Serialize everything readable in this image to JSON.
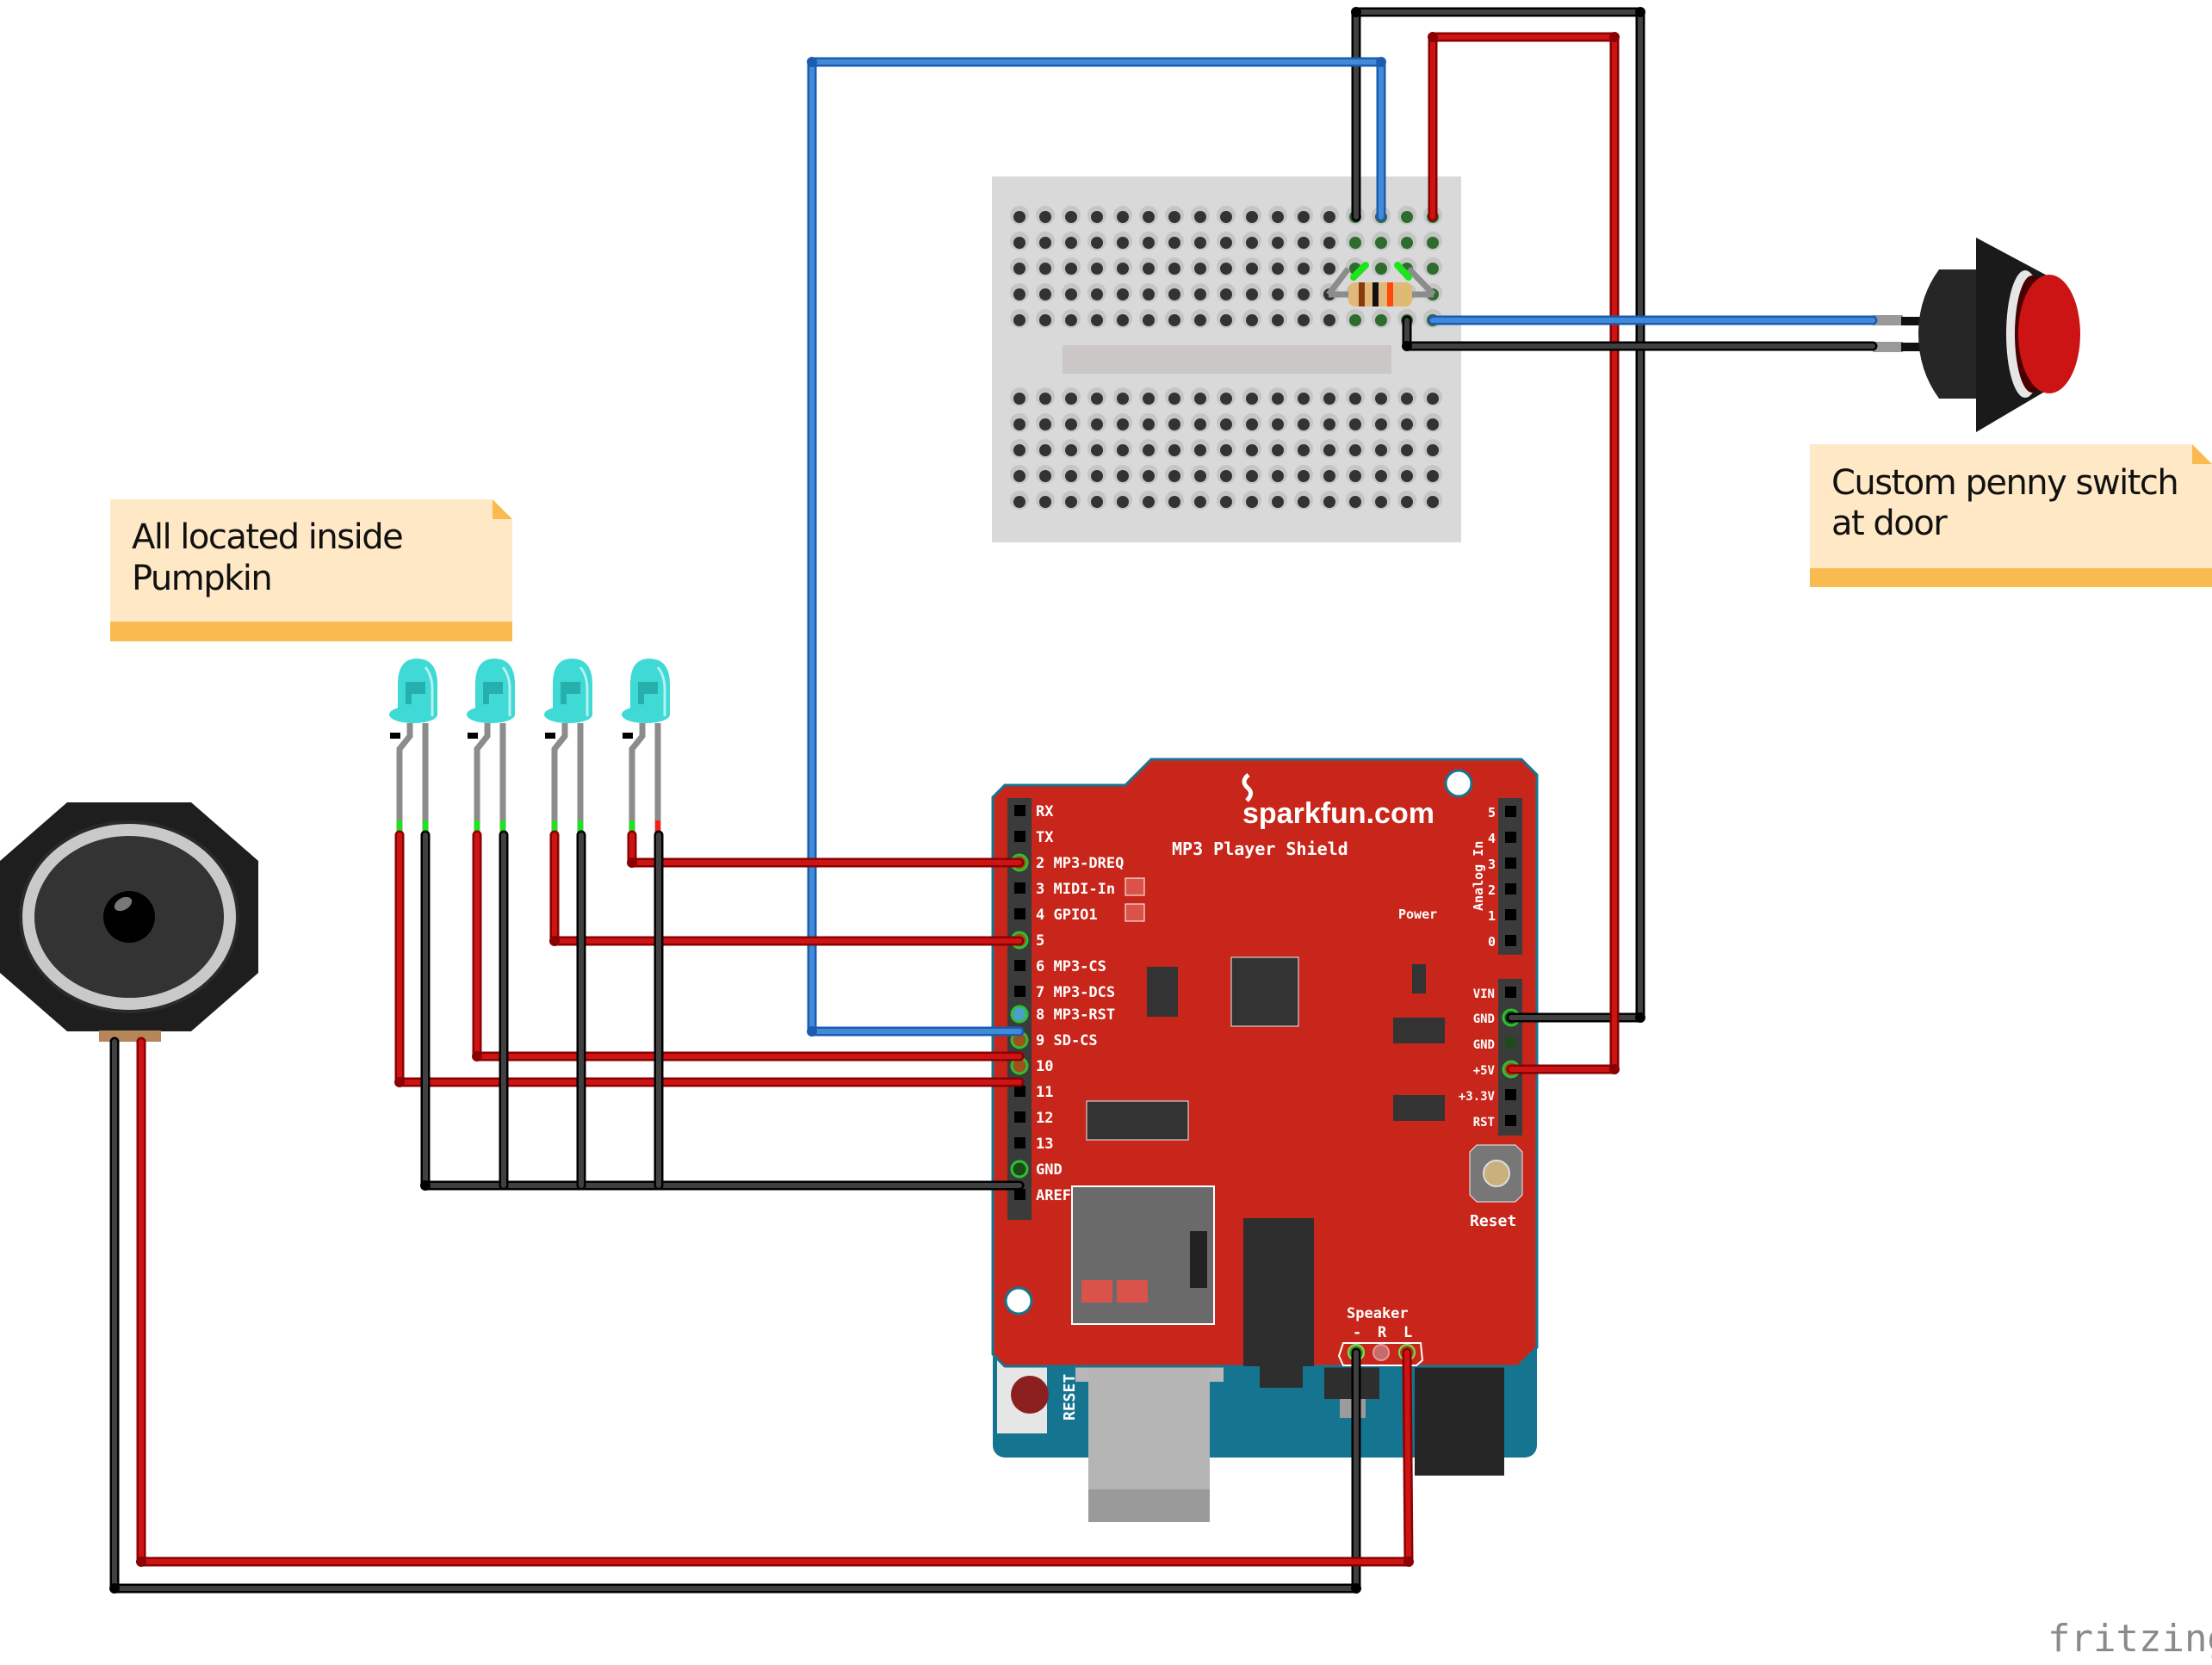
{
  "notes": {
    "pumpkin": {
      "line1": "All located inside",
      "line2": "Pumpkin"
    },
    "switch": {
      "line1": "Custom penny switch",
      "line2": "at door"
    }
  },
  "shield": {
    "brand": "sparkfun.com",
    "title": "MP3 Player Shield",
    "left_pins": [
      "RX",
      "TX",
      "2 MP3-DREQ",
      "3 MIDI-In",
      "4 GPIO1",
      "5",
      "6 MP3-CS",
      "7 MP3-DCS",
      "8 MP3-RST",
      "9 SD-CS",
      "10",
      "11",
      "12",
      "13",
      "GND",
      "AREF"
    ],
    "analog_label": "Analog In",
    "analog_pins": [
      "5",
      "4",
      "3",
      "2",
      "1",
      "0"
    ],
    "power_pins": [
      "VIN",
      "GND",
      "GND",
      "+5V",
      "+3.3V",
      "RST"
    ],
    "power_label": "Power",
    "reset_label": "Reset",
    "speaker_label": "Speaker",
    "speaker_pins": [
      "-",
      "R",
      "L"
    ]
  },
  "arduino": {
    "reset_label": "RESET"
  },
  "resistor": {
    "bands": [
      "#8a3b0c",
      "#111111",
      "#ff4a0a",
      "#d8c060"
    ]
  },
  "leds": {
    "count": 4,
    "color": "#3fd9d6"
  },
  "colors": {
    "wire_red": "#cc1414",
    "wire_black": "#404040",
    "wire_blue": "#418ad8",
    "shield_red": "#c8261a",
    "arduino_teal": "#157591",
    "note_bg": "#ffe8c6",
    "note_bar": "#f9bb4f"
  },
  "watermark": "fritzing"
}
